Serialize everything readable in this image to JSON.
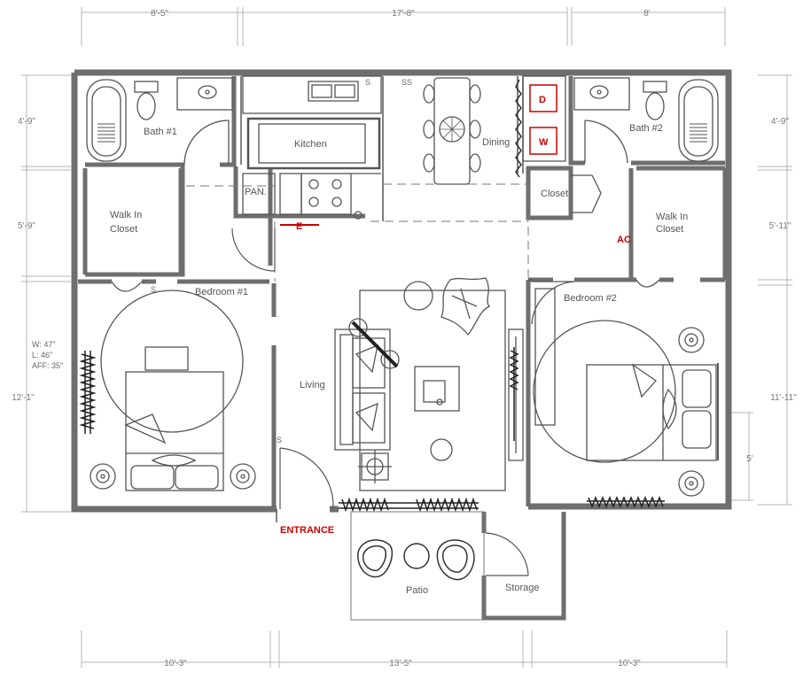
{
  "dimensions": {
    "top": [
      "8'-5\"",
      "17'-8\"",
      "8'"
    ],
    "bottom": [
      "10'-3\"",
      "13'-5\"",
      "10'-3\""
    ],
    "left": [
      "4'-9\"",
      "5'-9\"",
      "12'-1\""
    ],
    "right": [
      "4'-9\"",
      "5'-11\"",
      "11'-11\""
    ],
    "bed2_height": "5'"
  },
  "rooms": {
    "bath1": "Bath #1",
    "bath2": "Bath #2",
    "kitchen": "Kitchen",
    "pantry": "PAN.",
    "dining": "Dining",
    "closet": "Closet",
    "walkin1_line1": "Walk In",
    "walkin1_line2": "Closet",
    "walkin2_line1": "Walk In",
    "walkin2_line2": "Closet",
    "bedroom1": "Bedroom #1",
    "bedroom2": "Bedroom #2",
    "living": "Living",
    "patio": "Patio",
    "storage": "Storage"
  },
  "labels": {
    "entrance": "ENTRANCE",
    "ac": "AC",
    "e_panel": "E",
    "dryer": "D",
    "washer": "W",
    "ss": "SS",
    "switch": "S"
  },
  "window_note": {
    "width": "W: 47\"",
    "length": "L: 46\"",
    "aff": "AFF: 35\""
  },
  "colors": {
    "wall": "#6e6e6e",
    "line": "#555555",
    "accent_red": "#cc0000",
    "dim": "#aaaaaa"
  }
}
